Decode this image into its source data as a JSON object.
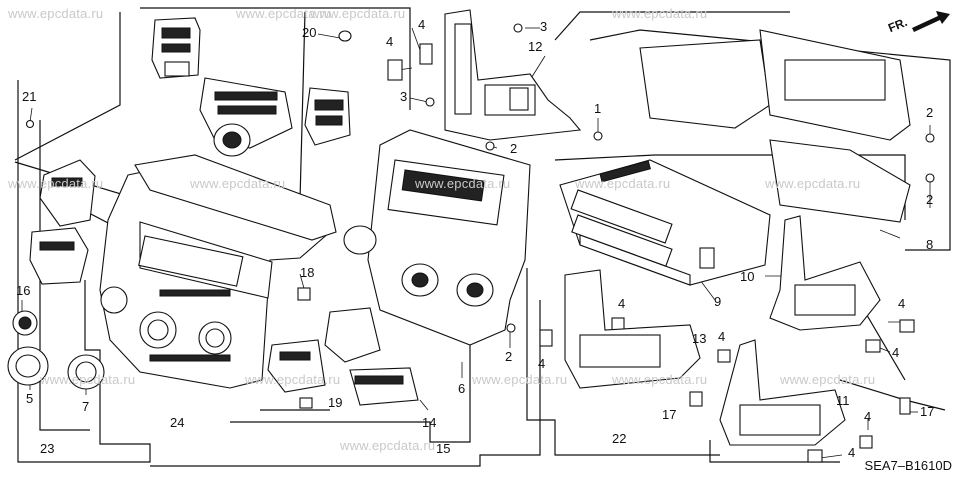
{
  "diagram": {
    "code": "SEA7–B1610D",
    "direction_label": "FR.",
    "watermark": "www.epcdata.ru",
    "labels": [
      "1",
      "2",
      "3",
      "4",
      "5",
      "6",
      "7",
      "8",
      "9",
      "10",
      "11",
      "12",
      "13",
      "14",
      "15",
      "16",
      "17",
      "18",
      "19",
      "20",
      "21",
      "22",
      "23",
      "24"
    ]
  }
}
